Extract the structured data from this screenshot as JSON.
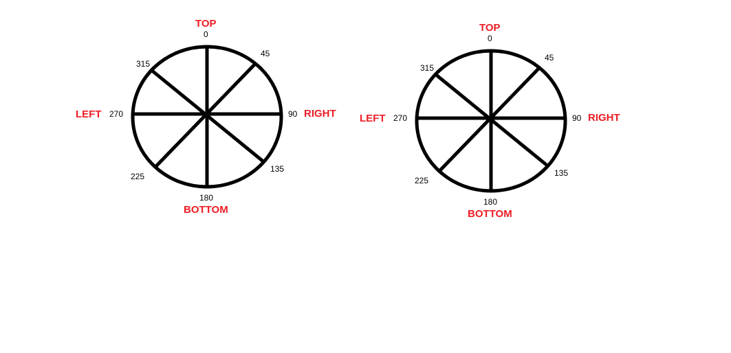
{
  "colors": {
    "background": "#ffffff",
    "direction_label": "#ed1c24",
    "degree_label": "#000000",
    "stroke": "#000000"
  },
  "dials": [
    {
      "directions": {
        "top": "TOP",
        "right": "RIGHT",
        "bottom": "BOTTOM",
        "left": "LEFT"
      },
      "degrees": {
        "d0": "0",
        "d45": "45",
        "d90": "90",
        "d135": "135",
        "d180": "180",
        "d225": "225",
        "d270": "270",
        "d315": "315"
      }
    },
    {
      "directions": {
        "top": "TOP",
        "right": "RIGHT",
        "bottom": "BOTTOM",
        "left": "LEFT"
      },
      "degrees": {
        "d0": "0",
        "d45": "45",
        "d90": "90",
        "d135": "135",
        "d180": "180",
        "d225": "225",
        "d270": "270",
        "d315": "315"
      }
    }
  ]
}
